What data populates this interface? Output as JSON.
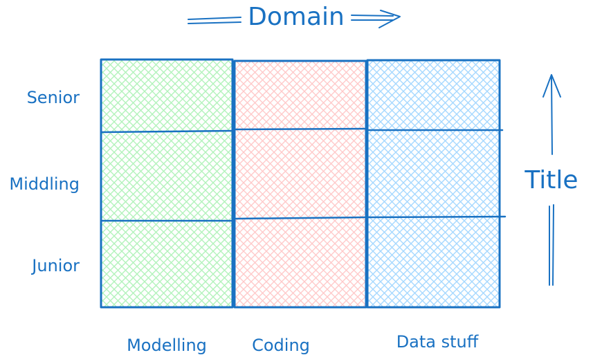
{
  "diagram": {
    "x_axis_title": "Domain",
    "y_axis_title": "Title",
    "columns": [
      {
        "label": "Modelling",
        "color": "#b2f2bb"
      },
      {
        "label": "Coding",
        "color": "#ffc9c9"
      },
      {
        "label": "Data stuff",
        "color": "#a5d8ff"
      }
    ],
    "rows": [
      {
        "label": "Senior"
      },
      {
        "label": "Middling"
      },
      {
        "label": "Junior"
      }
    ],
    "ink_color": "#1971c2"
  }
}
